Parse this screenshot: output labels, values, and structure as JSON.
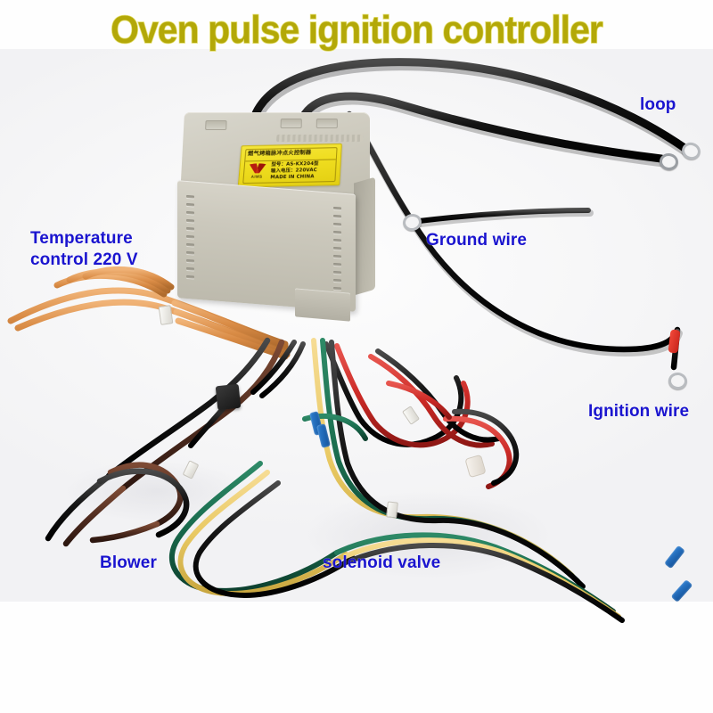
{
  "page": {
    "title": "Oven pulse ignition controller",
    "background_color": "#ffffff",
    "title_color": "#b3a808",
    "title_outline_color": "#e4df74",
    "callout_color": "#1a14cf"
  },
  "callouts": [
    {
      "key": "temperature",
      "label": "Temperature\ncontrol 220 V",
      "name": "callout-temperature-control"
    },
    {
      "key": "loop",
      "label": "loop",
      "name": "callout-loop"
    },
    {
      "key": "ground",
      "label": "Ground wire",
      "name": "callout-ground-wire"
    },
    {
      "key": "ignition",
      "label": "Ignition wire",
      "name": "callout-ignition-wire"
    },
    {
      "key": "blower",
      "label": "Blower",
      "name": "callout-blower"
    },
    {
      "key": "solenoid",
      "label": "solenoid valve",
      "name": "callout-solenoid-valve"
    }
  ],
  "product_label": {
    "title_cn": "燃气烤箱脉冲点火控制器",
    "brand": "AIMS",
    "model_line": "型号：AS-KX204型",
    "voltage_line": "输入电压：220VAC",
    "origin_line": "MADE IN CHINA",
    "label_color": "#efdd1f",
    "logo_color": "#c22b14"
  },
  "device": {
    "name": "Oven pulse ignition controller",
    "body_color": "#cbc8bc",
    "top_slot_count": 3,
    "vent_count": 11
  },
  "wires": [
    {
      "name": "temperature-control-wire",
      "color_name": "orange",
      "hex": "#d98b45",
      "count": 4,
      "callout": "Temperature control 220 V"
    },
    {
      "name": "loop-wire",
      "color_name": "black",
      "hex": "#141414",
      "count": 2,
      "callout": "loop"
    },
    {
      "name": "ground-wire",
      "color_name": "black",
      "hex": "#1a1a1a",
      "count": 1,
      "callout": "Ground wire"
    },
    {
      "name": "ignition-wire",
      "color_name": "black",
      "hex": "#121212",
      "count": 1,
      "callout": "Ignition wire"
    },
    {
      "name": "blower-wire",
      "color_name": "brown-black",
      "hex": "#5a3224",
      "count": 3,
      "callout": "Blower"
    },
    {
      "name": "solenoid-valve-wire",
      "color_name": "green-yellow-black",
      "hex": "#1d6b4f",
      "count": 4,
      "callout": "solenoid valve"
    },
    {
      "name": "igniter-lead",
      "color_name": "red-black",
      "hex": "#cf2a28",
      "count": 3,
      "callout": ""
    }
  ]
}
